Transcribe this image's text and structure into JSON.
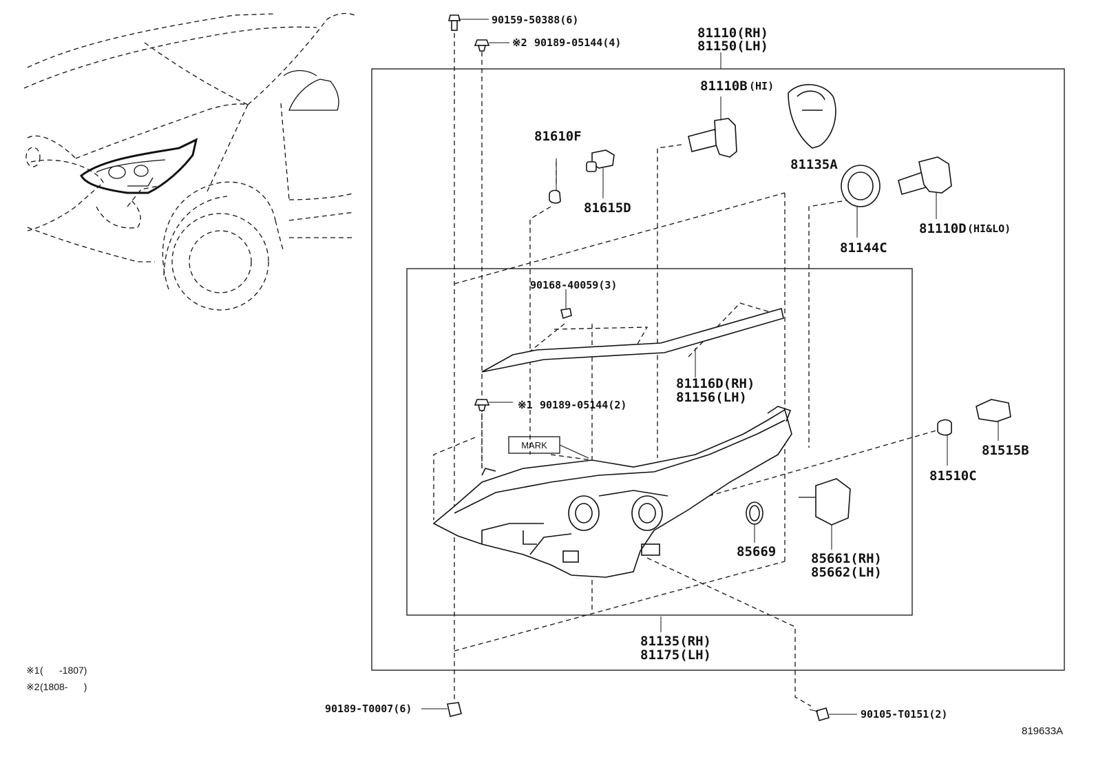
{
  "diagram": {
    "callouts": {
      "bolt_90159": "90159-50388(6)",
      "clip_upper_note": "※2",
      "clip_upper": "90189-05144(4)",
      "lamp_rh": "81110(RH)",
      "lamp_lh": "81150(LH)",
      "bulb_hi": "81110B",
      "bulb_hi_suffix": "(HI)",
      "socket_81610f": "81610F",
      "bulb_81615d": "81615D",
      "cap_81135a": "81135A",
      "cover_81144c": "81144C",
      "bulb_81110d": "81110D",
      "bulb_81110d_suffix": "(HI&LO)",
      "screw_90168": "90168-40059(3)",
      "garnish_rh": "81116D(RH)",
      "garnish_lh": "81156(LH)",
      "clip_lower_note": "※1",
      "clip_lower": "90189-05144(2)",
      "mark": "MARK",
      "socket_81515b": "81515B",
      "bulb_81510c": "81510C",
      "gasket_85669": "85669",
      "actuator_rh": "85661(RH)",
      "actuator_lh": "85662(LH)",
      "housing_rh": "81135(RH)",
      "housing_lh": "81175(LH)",
      "nut_90189": "90189-T0007(6)",
      "screw_90105": "90105-T0151(2)"
    },
    "notes": {
      "note1_mark": "※1",
      "note1_text": "(      -1807)",
      "note2_mark": "※2",
      "note2_text": "(1808-      )"
    },
    "reference": "819633A"
  }
}
